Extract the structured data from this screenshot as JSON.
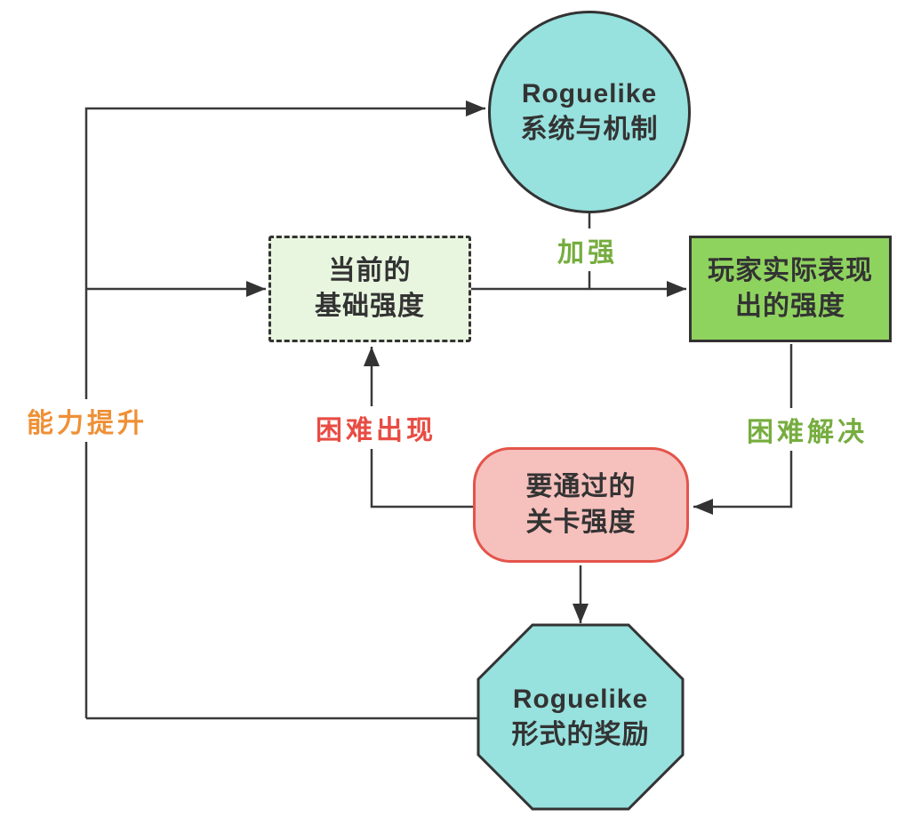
{
  "diagram": {
    "type": "flowchart",
    "topic": "Roguelike reward loop",
    "background": "#ffffff",
    "line_color": "#3a3a3a"
  },
  "nodes": {
    "system": {
      "shape": "circle",
      "line1": "Roguelike",
      "line2": "系统与机制",
      "fill": "#97E1DE",
      "border": "#333333"
    },
    "base_strength": {
      "shape": "dashed-rect",
      "line1": "当前的",
      "line2": "基础强度",
      "fill": "#E8F6DF",
      "border": "#333333"
    },
    "player_strength": {
      "shape": "rect",
      "line1": "玩家实际表现",
      "line2": "出的强度",
      "fill": "#8FD35F",
      "border": "#333333"
    },
    "level_strength": {
      "shape": "rounded-rect",
      "line1": "要通过的",
      "line2": "关卡强度",
      "fill": "#F6C0BD",
      "border": "#E4544A"
    },
    "reward": {
      "shape": "octagon",
      "line1": "Roguelike",
      "line2": "形式的奖励",
      "fill": "#97E1DE",
      "border": "#333333"
    }
  },
  "edge_labels": {
    "strengthen": {
      "text": "加强",
      "color": "#76AD3F"
    },
    "ability_up": {
      "text": "能力提升",
      "color": "#EF9036"
    },
    "difficulty_appears": {
      "text": "困难出现",
      "color": "#E84C43"
    },
    "difficulty_solved": {
      "text": "困难解决",
      "color": "#76AD3F"
    }
  }
}
